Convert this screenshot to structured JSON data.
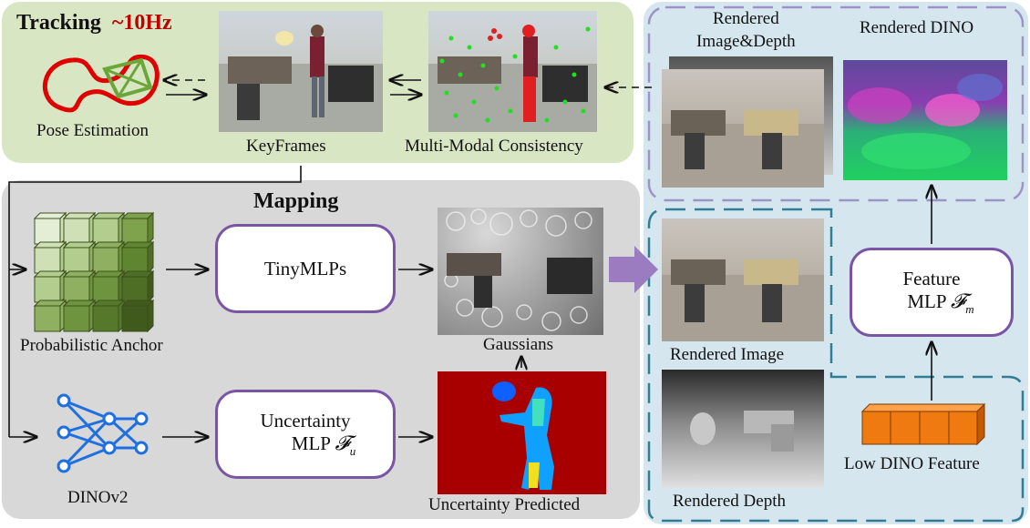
{
  "tracking": {
    "title": "Tracking",
    "rate": "~10Hz",
    "pose_label": "Pose Estimation",
    "keyframes_label": "KeyFrames",
    "consistency_label": "Multi-Modal Consistency"
  },
  "mapping": {
    "title": "Mapping",
    "anchor_label": "Probabilistic Anchor",
    "tinymlps_label": "TinyMLPs",
    "gaussians_label": "Gaussians",
    "dinov2_label": "DINOv2",
    "uncertainty_line1": "Uncertainty",
    "uncertainty_mlp": "MLP",
    "uncertainty_symbol": "𝓕",
    "uncertainty_sub": "u",
    "uncertainty_predicted_label": "Uncertainty Predicted"
  },
  "rendering": {
    "image_depth_line1": "Rendered",
    "image_depth_line2": "Image&Depth",
    "dino_label": "Rendered DINO",
    "image_label": "Rendered Image",
    "depth_label": "Rendered Depth",
    "feature_line1": "Feature",
    "feature_mlp": "MLP",
    "feature_symbol": "𝓕",
    "feature_sub": "m",
    "low_dino_label": "Low DINO Feature"
  },
  "colors": {
    "tracking_bg": "#d9e6c4",
    "mapping_bg": "#d8d8d8",
    "render_bg": "#d6e6ee",
    "box_border": "#7a55a6",
    "rate_color": "#c00000",
    "dash_blue": "#2f7d97",
    "dash_purple": "#9b94c8",
    "big_arrow": "#9b7cc0"
  }
}
